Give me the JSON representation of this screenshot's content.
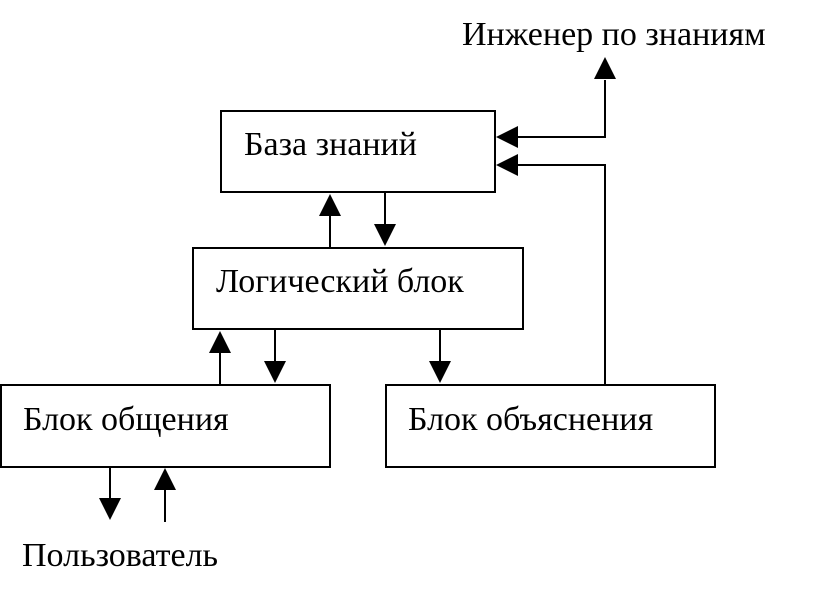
{
  "nodes": {
    "knowledge_base": "База знаний",
    "logic_block": "Логический блок",
    "communication_block": "Блок общения",
    "explanation_block": "Блок объяснения"
  },
  "labels": {
    "knowledge_engineer": "Инженер по знаниям",
    "user": "Пользователь"
  }
}
